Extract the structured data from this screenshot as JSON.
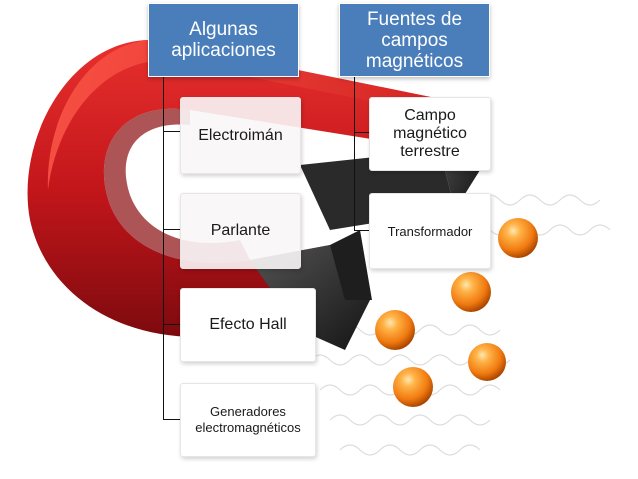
{
  "diagram": {
    "columns": [
      {
        "header": "Algunas aplicaciones",
        "children": [
          "Electroimán",
          "Parlante",
          "Efecto Hall",
          "Generadores electromagnéticos"
        ]
      },
      {
        "header": "Fuentes de campos magnéticos",
        "children": [
          "Campo magnético terrestre",
          "Transformador"
        ]
      }
    ]
  },
  "colors": {
    "header_bg": "#4a7ebb",
    "magnet_red": "#c3161b",
    "magnet_dark": "#3a3a3a",
    "sphere_orange": "#f07a10"
  },
  "icons": [
    "horseshoe-magnet-illustration",
    "orange-sphere-icon",
    "field-wave-lines"
  ]
}
